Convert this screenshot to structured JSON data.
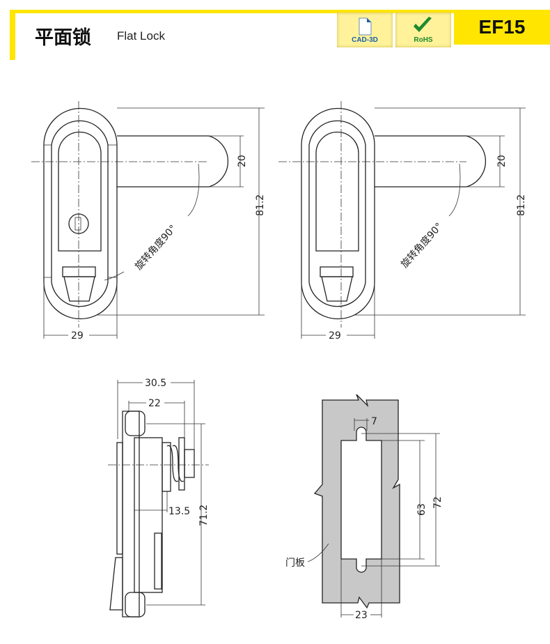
{
  "header": {
    "title_cn": "平面锁",
    "title_en": "Flat Lock",
    "badges": [
      {
        "label": "CAD-3D",
        "icon": "document-icon",
        "color": "#1a5fa8"
      },
      {
        "label": "RoHS",
        "icon": "checkmark-icon",
        "color": "#1e8a2e"
      }
    ],
    "model_code": "EF15",
    "accent_color": "#ffe500"
  },
  "front_view_1": {
    "width": "29",
    "height": "81.2",
    "handle_width": "20",
    "rotation_note": "旋转角度90°"
  },
  "front_view_2": {
    "width": "29",
    "height": "81.2",
    "handle_width": "20",
    "rotation_note": "旋转角度90°"
  },
  "side_view": {
    "overall_depth": "30.5",
    "depth_22": "22",
    "depth_13_5": "13.5",
    "hole_spacing": "71.2"
  },
  "cutout_view": {
    "slot_width": "7",
    "cutout_height": "63",
    "slot_spacing": "72",
    "cutout_width": "23",
    "panel_label": "门板"
  }
}
